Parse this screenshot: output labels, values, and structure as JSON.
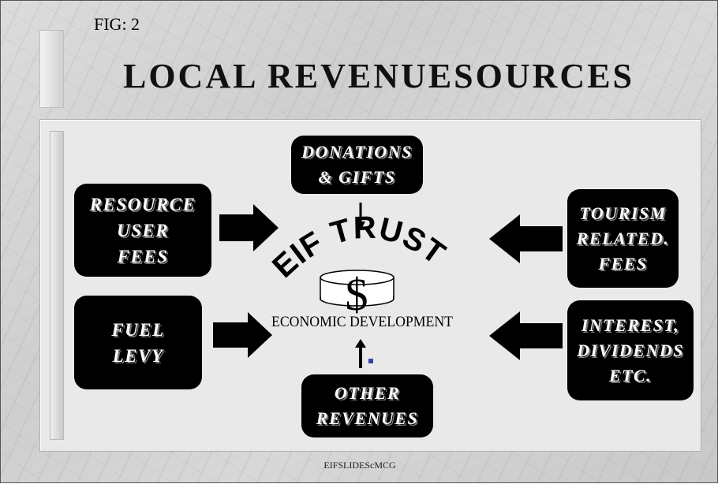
{
  "slide": {
    "figure_label": "FIG: 2",
    "title": "LOCAL REVENUESOURCES",
    "footer": "EIFSLIDEScMCG"
  },
  "diagram": {
    "center": {
      "arc_text": "EIF TRUST",
      "symbol": "$",
      "caption": "ECONOMIC DEVELOPMENT"
    },
    "sources": {
      "resource_user_fees": "RESOURCE\nUSER\nFEES",
      "fuel_levy": "FUEL\nLEVY",
      "donations_gifts": "DONATIONS\n& GIFTS",
      "other_revenues": "OTHER\nREVENUES",
      "tourism_related_fees": "TOURISM\nRELATED.\nFEES",
      "interest_dividends": "INTEREST,\nDIVIDENDS\nETC."
    }
  }
}
